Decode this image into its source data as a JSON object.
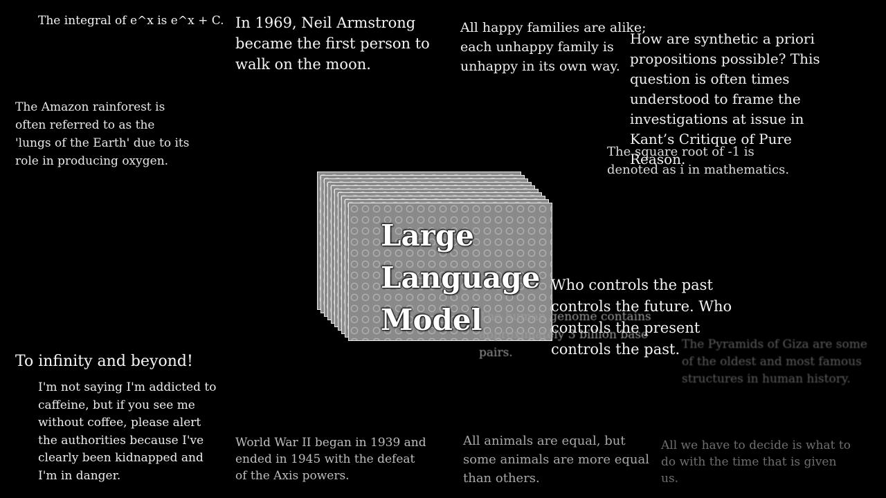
{
  "model": {
    "title": "Large\nLanguage\nModel"
  },
  "snippets": {
    "integral": "The integral of e^x is e^x + C.",
    "armstrong": "In 1969, Neil Armstrong\nbecame the first person to\nwalk on the moon.",
    "tolstoy": "All happy families are alike;\neach unhappy family is\nunhappy in its own way.",
    "kant": "How are synthetic a priori\npropositions possible? This\nquestion is often times\nunderstood to frame the\ninvestigations at issue in\nKant’s Critique of Pure\nReason.",
    "amazon": "The Amazon rainforest is\noften referred to as the\n'lungs of the Earth' due to its\nrole in producing oxygen.",
    "sqrt": "The square root of -1 is\ndenoted as i in mathematics.",
    "genome": "The human genome contains\napproximately 3 billion base\npairs.",
    "orwell": "Who controls the past\ncontrols the future. Who\ncontrols the present\ncontrols the past.",
    "pyramids": "The Pyramids of Giza are some\nof the oldest and most famous\nstructures in human history.",
    "buzz": "To infinity and beyond!",
    "caffeine": "I'm not saying I'm addicted to\ncaffeine, but if you see me\nwithout coffee, please alert\nthe authorities because I've\nclearly been kidnapped and\nI'm in danger.",
    "ww2": "World War II began in 1939 and\nended in 1945 with the defeat\nof the Axis powers.",
    "animals": "All animals are equal, but\nsome animals are more equal\nthan others.",
    "gandalf": "All we have to decide is what to\ndo with the time that is given\nus."
  },
  "colors": {
    "background": "#000000",
    "model_layer": "#8a8a8a",
    "model_edge": "#ececec"
  }
}
